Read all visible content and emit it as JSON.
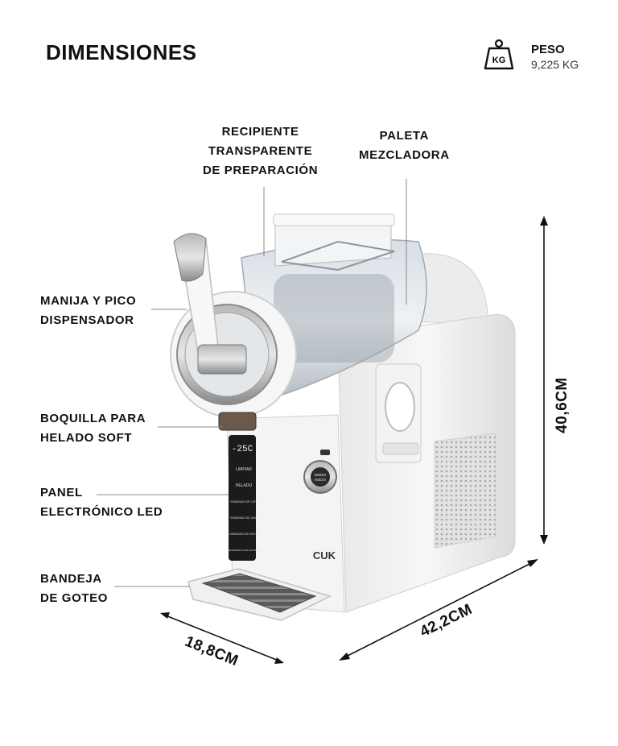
{
  "header": {
    "title": "DIMENSIONES",
    "weight_icon_text": "KG",
    "weight_label": "PESO",
    "weight_value": "9,225 KG"
  },
  "callouts": {
    "recipiente": [
      "RECIPIENTE",
      "TRANSPARENTE",
      "DE PREPARACIÓN"
    ],
    "paleta": [
      "PALETA",
      "MEZCLADORA"
    ],
    "manija": [
      "MANIJA Y PICO",
      "DISPENSADOR"
    ],
    "boquilla": [
      "BOQUILLA PARA",
      "HELADO SOFT"
    ],
    "panel": [
      "PANEL",
      "ELECTRÓNICO LED"
    ],
    "bandeja": [
      "BANDEJA",
      "DE GOTEO"
    ]
  },
  "dimensions": {
    "height": "40,6CM",
    "width": "42,2CM",
    "depth": "18,8CM"
  },
  "machine": {
    "display": "-25C",
    "brand": "CUK",
    "knob_text": [
      "MODO",
      "INICIO"
    ],
    "panel_items": [
      "LIMPIAR",
      "HELADO",
      "GRANIZADO DE CAFÉ",
      "GRANIZADO DE JUGO",
      "GRANIZADO DE LECHE",
      "GRANIZADO CON ALCOHOL"
    ]
  }
}
